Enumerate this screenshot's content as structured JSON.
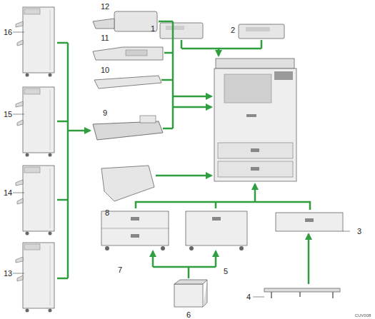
{
  "diagram": {
    "labels": [
      "1",
      "2",
      "3",
      "4",
      "5",
      "6",
      "7",
      "8",
      "9",
      "10",
      "11",
      "12",
      "13",
      "14",
      "15",
      "16",
      "CUV008"
    ]
  }
}
